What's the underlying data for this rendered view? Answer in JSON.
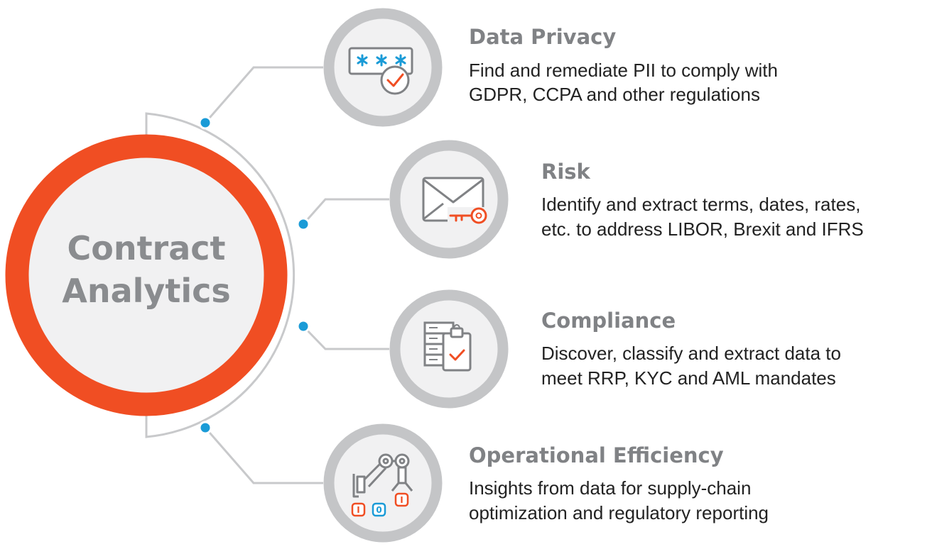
{
  "hub": {
    "line1": "Contract",
    "line2": "Analytics"
  },
  "colors": {
    "accent_orange": "#f04e23",
    "ring_gray": "#c4c5c7",
    "connector_gray": "#c8c9cb",
    "dot_blue": "#1a9bd7",
    "title_gray": "#808285",
    "text_dark": "#222222",
    "hub_fill": "#f1f1f2"
  },
  "items": [
    {
      "title": "Data Privacy",
      "desc_line1": "Find and remediate PII to comply with",
      "desc_line2": "GDPR, CCPA and other regulations",
      "icon": "password-check-icon"
    },
    {
      "title": "Risk",
      "desc_line1": "Identify and extract terms, dates, rates,",
      "desc_line2": "etc. to address LIBOR, Brexit and IFRS",
      "icon": "envelope-key-icon"
    },
    {
      "title": "Compliance",
      "desc_line1": "Discover, classify and extract data to",
      "desc_line2": "meet RRP, KYC and AML mandates",
      "icon": "server-clipboard-icon"
    },
    {
      "title": "Operational Efficiency",
      "desc_line1": "Insights from data for supply-chain",
      "desc_line2": "optimization and regulatory reporting",
      "icon": "robot-arm-icon",
      "icon_glyphs": [
        "I",
        "0",
        "I"
      ]
    }
  ]
}
